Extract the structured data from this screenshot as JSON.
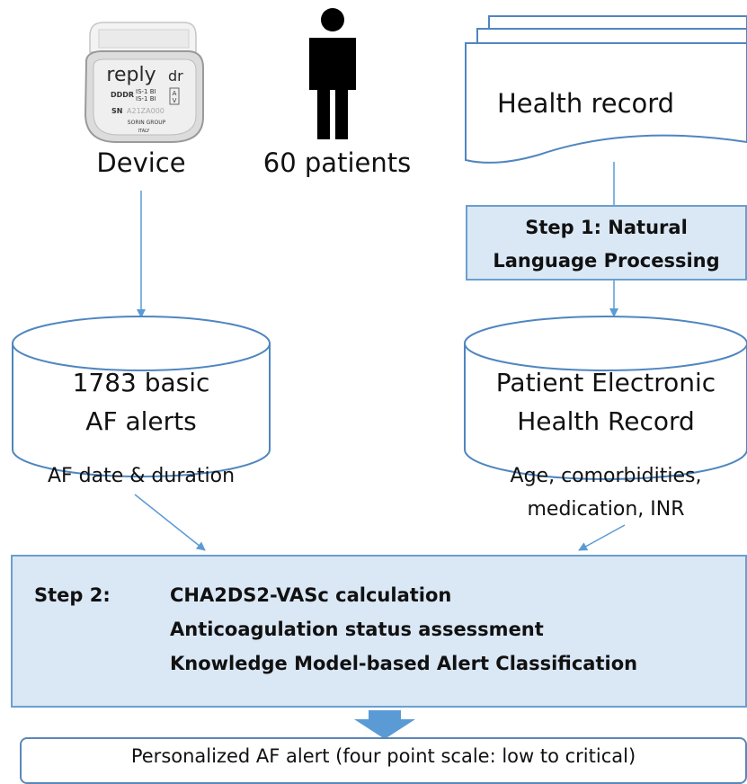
{
  "sources": {
    "device_label": "Device",
    "device_brand": "reply",
    "device_model": "dr",
    "device_mode": "DDDR",
    "device_line1": "IS-1 BI",
    "device_line2": "IS-1 BI",
    "device_port_a": "A",
    "device_port_v": "V",
    "device_serial_prefix": "SN",
    "device_serial": "A21ZA000",
    "device_maker": "SORIN GROUP",
    "device_country": "ITALY",
    "patients_label": "60 patients",
    "health_record_label": "Health record"
  },
  "step1": {
    "line1": "Step 1: Natural",
    "line2": "Language Processing"
  },
  "databases": {
    "alerts_line1": "1783 basic",
    "alerts_line2": "AF alerts",
    "alerts_caption": "AF date & duration",
    "ehr_line1": "Patient Electronic",
    "ehr_line2": "Health Record",
    "ehr_caption_line1": "Age, comorbidities,",
    "ehr_caption_line2": "medication, INR"
  },
  "step2": {
    "title": "Step 2:",
    "items": [
      "CHA2DS2-VASc calculation",
      "Anticoagulation status assessment",
      "Knowledge Model-based Alert Classification"
    ]
  },
  "output": {
    "label": "Personalized AF alert (four point scale: low to critical)"
  },
  "colors": {
    "box_fill": "#dae7f5",
    "box_border": "#6a9fcf",
    "arrow": "#5b9bd5"
  }
}
